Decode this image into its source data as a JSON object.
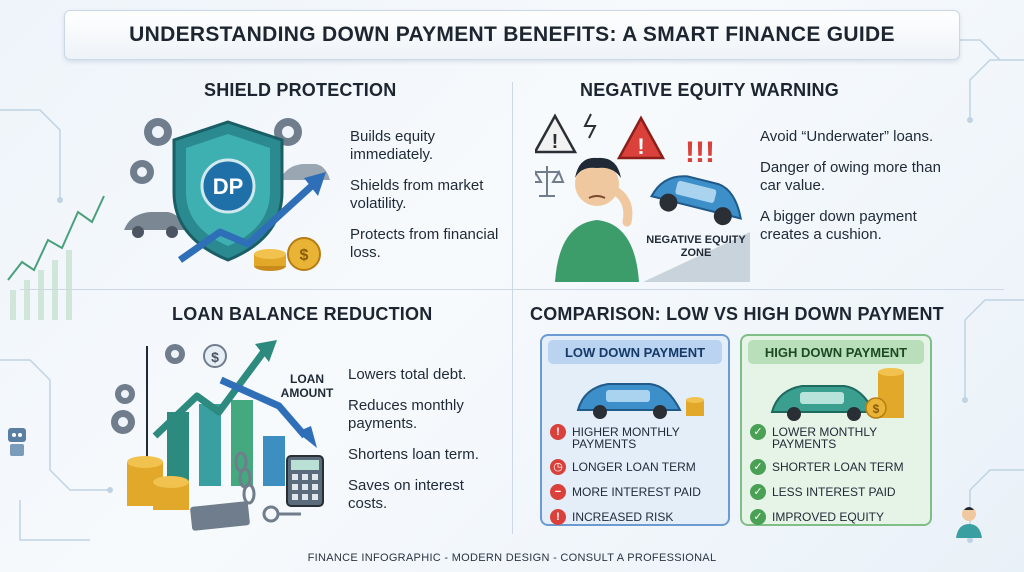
{
  "title": "UNDERSTANDING DOWN PAYMENT BENEFITS: A SMART FINANCE GUIDE",
  "sections": {
    "shield": {
      "title": "SHIELD PROTECTION",
      "badge": "DP",
      "bullets": [
        "Builds equity immediately.",
        "Shields from market volatility.",
        "Protects from financial loss."
      ]
    },
    "negative": {
      "title": "NEGATIVE EQUITY WARNING",
      "zone_label": "NEGATIVE EQUITY ZONE",
      "bullets": [
        "Avoid “Underwater” loans.",
        "Danger of owing more than car value.",
        "A bigger down payment creates a cushion."
      ]
    },
    "loan": {
      "title": "LOAN BALANCE REDUCTION",
      "chart_label": "LOAN AMOUNT",
      "bullets": [
        "Lowers total debt.",
        "Reduces monthly payments.",
        "Shortens loan term.",
        "Saves on interest costs."
      ]
    },
    "comparison": {
      "title": "COMPARISON: LOW VS HIGH DOWN PAYMENT",
      "low": {
        "heading": "LOW DOWN PAYMENT",
        "items": [
          "HIGHER MONTHLY PAYMENTS",
          "LONGER LOAN TERM",
          "MORE INTEREST PAID",
          "INCREASED RISK"
        ]
      },
      "high": {
        "heading": "HIGH DOWN PAYMENT",
        "items": [
          "LOWER MONTHLY PAYMENTS",
          "SHORTER LOAN TERM",
          "LESS INTEREST PAID",
          "IMPROVED EQUITY"
        ]
      }
    }
  },
  "footer": "FINANCE INFOGRAPHIC - MODERN DESIGN - CONSULT A PROFESSIONAL",
  "colors": {
    "accent_teal": "#1f8f8a",
    "accent_blue": "#2f6fb8",
    "warning_red": "#d9413a",
    "positive_green": "#4aa155",
    "gold": "#e2a82a"
  }
}
